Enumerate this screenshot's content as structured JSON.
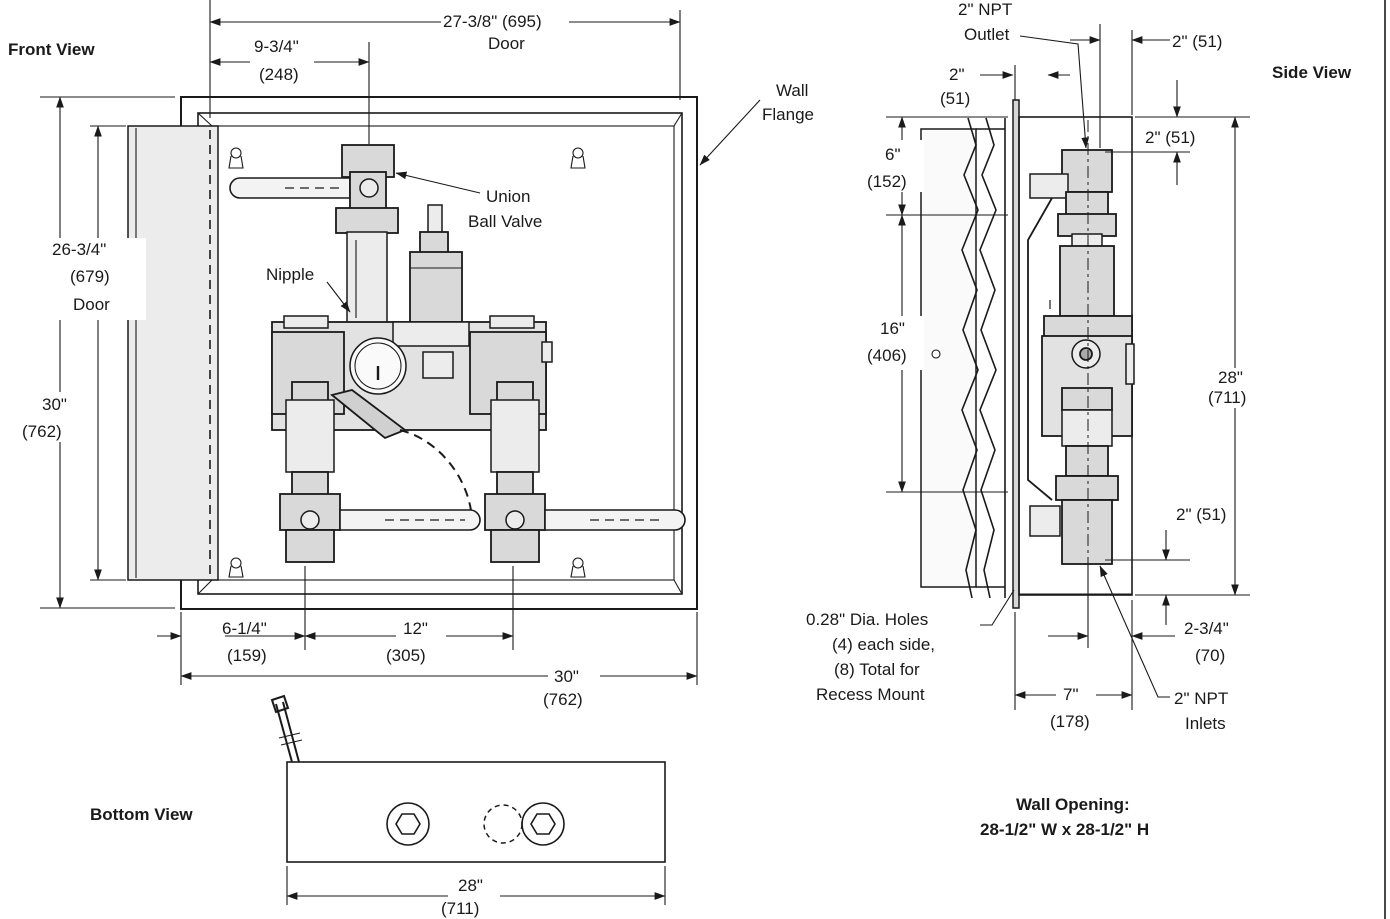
{
  "views": {
    "front": "Front View",
    "side": "Side View",
    "bottom": "Bottom View"
  },
  "front": {
    "door_width": "27-3/8\" (695)",
    "door_width_label": "Door",
    "outlet_offset": "9-3/4\"",
    "outlet_offset_mm": "(248)",
    "wall_flange_line1": "Wall",
    "wall_flange_line2": "Flange",
    "union_ball_valve_line1": "Union",
    "union_ball_valve_line2": "Ball Valve",
    "nipple": "Nipple",
    "door_height": "26-3/4\"",
    "door_height_mm": "(679)",
    "door_height_label": "Door",
    "overall_height": "30\"",
    "overall_height_mm": "(762)",
    "inlet_offset": "6-1/4\"",
    "inlet_offset_mm": "(159)",
    "inlet_spacing": "12\"",
    "inlet_spacing_mm": "(305)",
    "overall_width": "30\"",
    "overall_width_mm": "(762)"
  },
  "side": {
    "outlet_line1": "2\" NPT",
    "outlet_line2": "Outlet",
    "outlet_to_back": "2\" (51)",
    "flange_depth": "2\"",
    "flange_depth_mm": "(51)",
    "top_offset": "6\"",
    "top_offset_mm": "(152)",
    "top_to_outlet": "2\" (51)",
    "hole_spacing": "16\"",
    "hole_spacing_mm": "(406)",
    "overall_height": "28\"",
    "overall_height_mm": "(711)",
    "inlet_to_bottom": "2\" (51)",
    "holes_line1": "0.28\" Dia. Holes",
    "holes_line2": "(4) each side,",
    "holes_line3": "(8) Total for",
    "holes_line4": "Recess Mount",
    "inlet_offset": "2-3/4\"",
    "inlet_offset_mm": "(70)",
    "depth": "7\"",
    "depth_mm": "(178)",
    "inlets_line1": "2\" NPT",
    "inlets_line2": "Inlets"
  },
  "bottom": {
    "width": "28\"",
    "width_mm": "(711)"
  },
  "wall_opening": {
    "line1": "Wall Opening:",
    "line2": "28-1/2\" W x 28-1/2\" H"
  }
}
